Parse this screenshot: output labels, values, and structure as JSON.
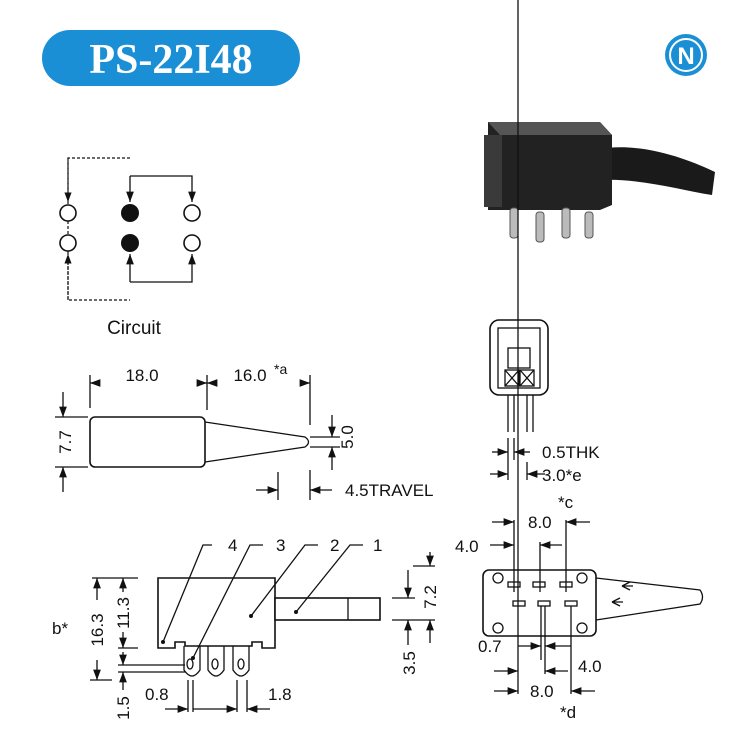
{
  "title": "PS-22I48",
  "logo_letter": "N",
  "colors": {
    "brand_blue": "#1b8fd6",
    "line": "#111111"
  },
  "circuit": {
    "label": "Circuit"
  },
  "side_view": {
    "dim_body": "18.0",
    "dim_lever": "16.0",
    "note_a": "*a",
    "dim_height": "7.7",
    "dim_lever_height": "5.0",
    "travel": "4.5TRAVEL"
  },
  "end_view": {
    "thickness": "0.5THK",
    "pin_spacing": "3.0*e"
  },
  "front_view": {
    "callouts": [
      "4",
      "3",
      "2",
      "1"
    ],
    "note_b": "b*",
    "dim_total": "16.3",
    "dim_body": "11.3",
    "dim_pin": "1.5",
    "dim_pin_w": "0.8",
    "dim_pin_pitch": "1.8",
    "dim_lever_off": "3.5",
    "dim_lever_top": "7.2"
  },
  "bottom_view": {
    "top_pitch": "8.0",
    "note_c": "*c",
    "top_offset": "4.0",
    "pin_w": "0.7",
    "bottom_offset": "4.0",
    "bottom_pitch": "8.0",
    "note_d": "*d"
  }
}
